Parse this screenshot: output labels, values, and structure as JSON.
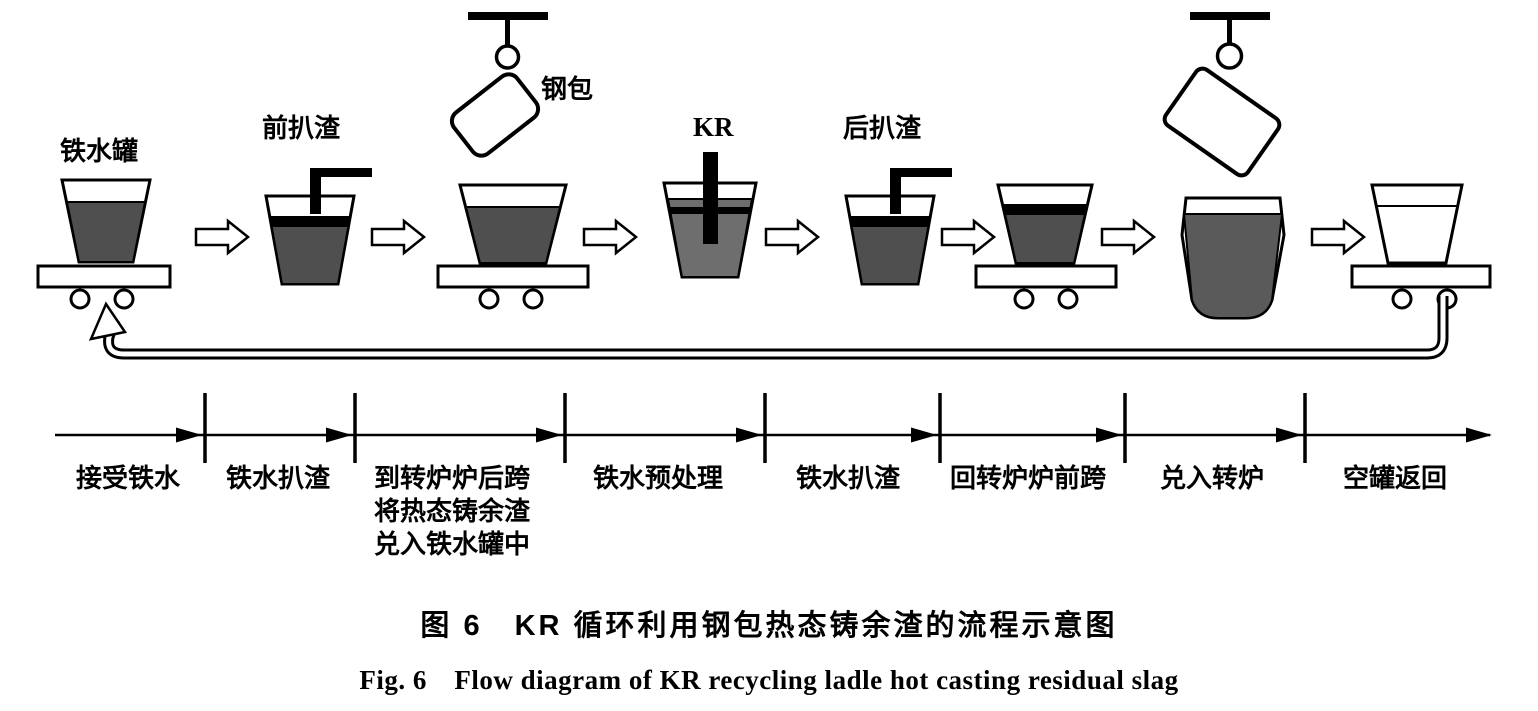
{
  "figure": {
    "caption_zh": "图 6　KR 循环利用钢包热态铸余渣的流程示意图",
    "caption_en": "Fig. 6　Flow diagram of KR recycling ladle hot casting residual slag"
  },
  "vessel_labels": {
    "hot_metal_ladle": "铁水罐",
    "pre_skimming": "前扒渣",
    "steel_ladle": "钢包",
    "kr": "KR",
    "post_skimming": "后扒渣"
  },
  "stages": [
    {
      "label": "接受铁水"
    },
    {
      "label": "铁水扒渣"
    },
    {
      "label": "到转炉炉后跨",
      "label2": "将热态铸余渣",
      "label3": "兑入铁水罐中"
    },
    {
      "label": "铁水预处理"
    },
    {
      "label": "铁水扒渣"
    },
    {
      "label": "回转炉炉前跨"
    },
    {
      "label": "兑入转炉"
    },
    {
      "label": "空罐返回"
    }
  ],
  "colors": {
    "outline": "#000000",
    "metal_fill": "#4f4f4f",
    "kr_metal_fill": "#6e6e6e",
    "slag_band": "#000000",
    "background": "#ffffff"
  }
}
